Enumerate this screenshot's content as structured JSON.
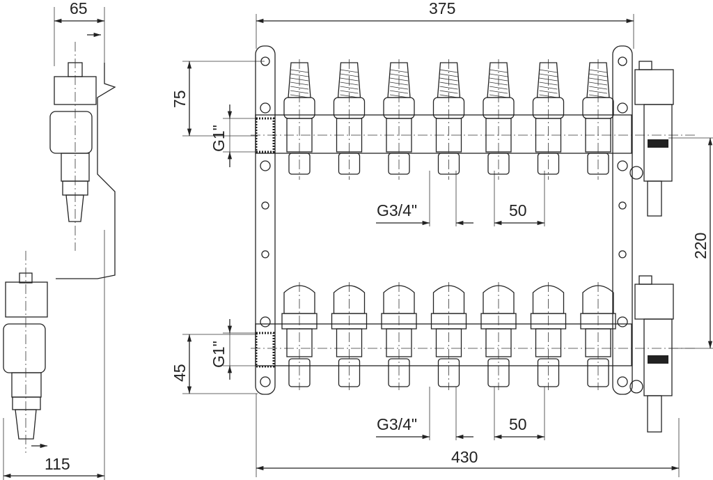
{
  "dimensions": {
    "side_top_width": "65",
    "side_bottom_width": "115",
    "bracket_span": "375",
    "overall_width": "430",
    "top_offset": "75",
    "bottom_offset": "45",
    "bar_spacing": "220",
    "main_thread_top": "G1\"",
    "main_thread_bottom": "G1\"",
    "outlet_thread_top": "G3/4\"",
    "outlet_thread_bottom": "G3/4\"",
    "outlet_pitch_top": "50",
    "outlet_pitch_bottom": "50"
  },
  "outlet_count": 7
}
